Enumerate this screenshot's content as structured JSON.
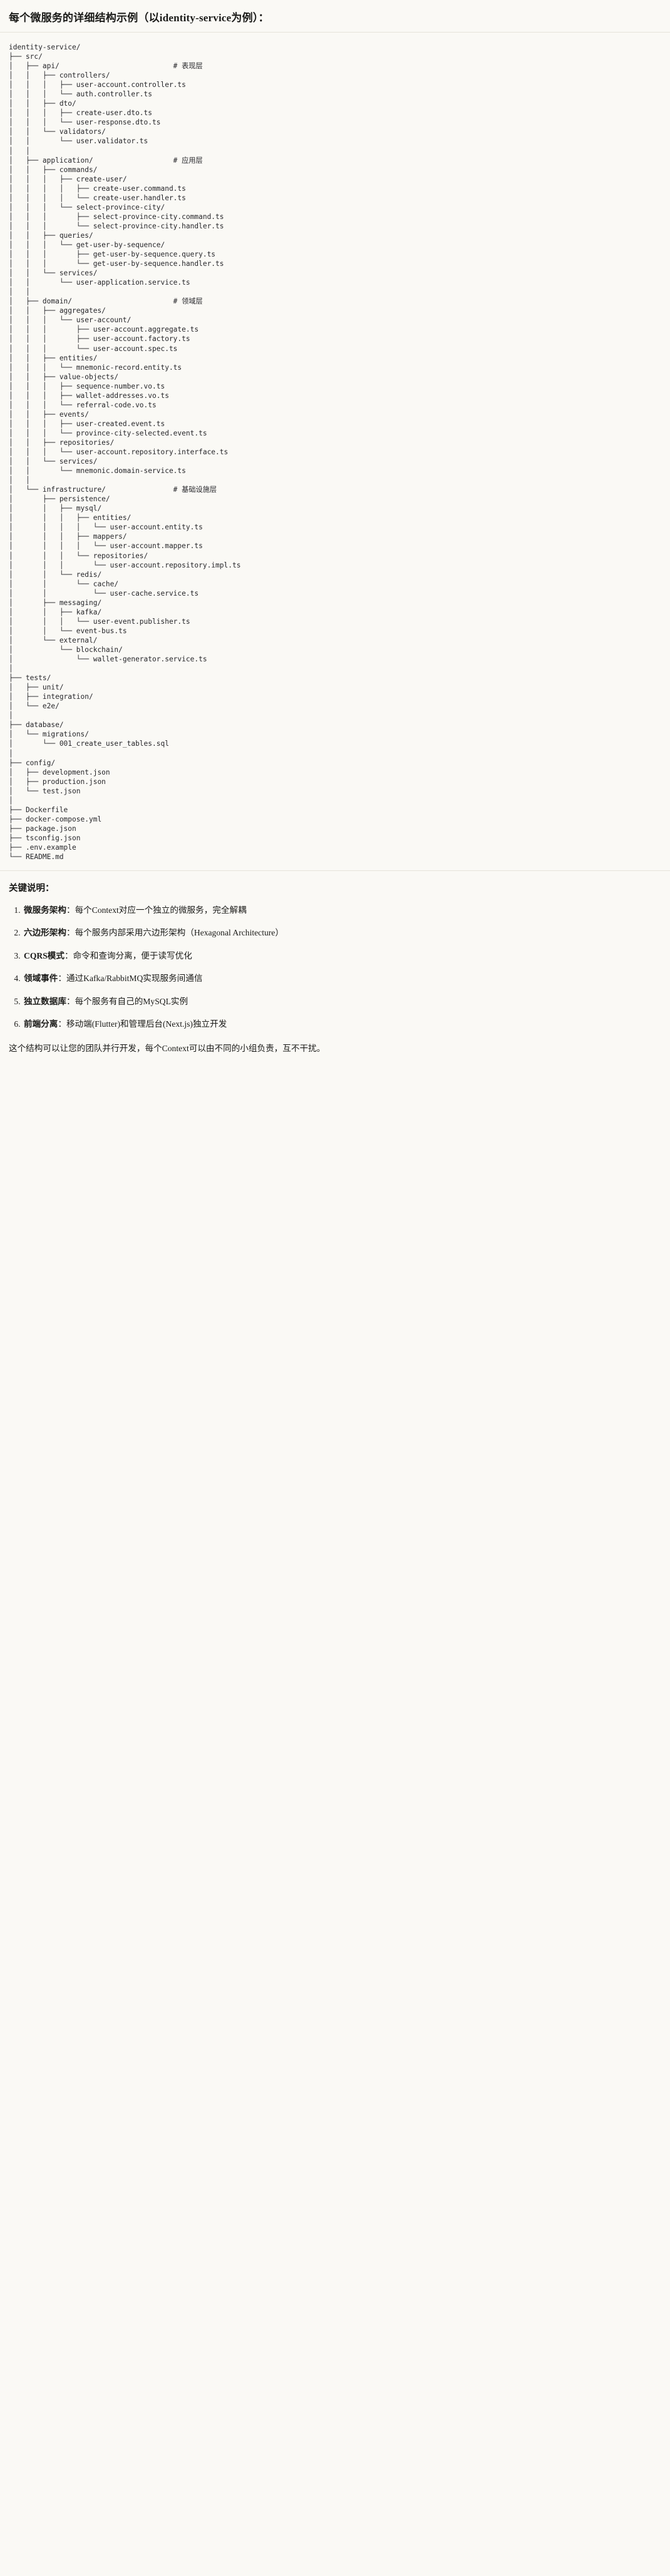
{
  "header": {
    "title": "每个微服务的详细结构示例（以identity-service为例）："
  },
  "tree": {
    "text": "identity-service/\n├── src/\n│   ├── api/                           # 表现层\n│   │   ├── controllers/\n│   │   │   ├── user-account.controller.ts\n│   │   │   └── auth.controller.ts\n│   │   ├── dto/\n│   │   │   ├── create-user.dto.ts\n│   │   │   └── user-response.dto.ts\n│   │   └── validators/\n│   │       └── user.validator.ts\n│   │\n│   ├── application/                   # 应用层\n│   │   ├── commands/\n│   │   │   ├── create-user/\n│   │   │   │   ├── create-user.command.ts\n│   │   │   │   └── create-user.handler.ts\n│   │   │   └── select-province-city/\n│   │   │       ├── select-province-city.command.ts\n│   │   │       └── select-province-city.handler.ts\n│   │   ├── queries/\n│   │   │   └── get-user-by-sequence/\n│   │   │       ├── get-user-by-sequence.query.ts\n│   │   │       └── get-user-by-sequence.handler.ts\n│   │   └── services/\n│   │       └── user-application.service.ts\n│   │\n│   ├── domain/                        # 领域层\n│   │   ├── aggregates/\n│   │   │   └── user-account/\n│   │   │       ├── user-account.aggregate.ts\n│   │   │       ├── user-account.factory.ts\n│   │   │       └── user-account.spec.ts\n│   │   ├── entities/\n│   │   │   └── mnemonic-record.entity.ts\n│   │   ├── value-objects/\n│   │   │   ├── sequence-number.vo.ts\n│   │   │   ├── wallet-addresses.vo.ts\n│   │   │   └── referral-code.vo.ts\n│   │   ├── events/\n│   │   │   ├── user-created.event.ts\n│   │   │   └── province-city-selected.event.ts\n│   │   ├── repositories/\n│   │   │   └── user-account.repository.interface.ts\n│   │   └── services/\n│   │       └── mnemonic.domain-service.ts\n│   │\n│   └── infrastructure/                # 基础设施层\n│       ├── persistence/\n│       │   ├── mysql/\n│       │   │   ├── entities/\n│       │   │   │   └── user-account.entity.ts\n│       │   │   ├── mappers/\n│       │   │   │   └── user-account.mapper.ts\n│       │   │   └── repositories/\n│       │   │       └── user-account.repository.impl.ts\n│       │   └── redis/\n│       │       └── cache/\n│       │           └── user-cache.service.ts\n│       ├── messaging/\n│       │   ├── kafka/\n│       │   │   └── user-event.publisher.ts\n│       │   └── event-bus.ts\n│       └── external/\n│           └── blockchain/\n│               └── wallet-generator.service.ts\n│\n├── tests/\n│   ├── unit/\n│   ├── integration/\n│   └── e2e/\n│\n├── database/\n│   └── migrations/\n│       └── 001_create_user_tables.sql\n│\n├── config/\n│   ├── development.json\n│   ├── production.json\n│   └── test.json\n│\n├── Dockerfile\n├── docker-compose.yml\n├── package.json\n├── tsconfig.json\n├── .env.example\n└── README.md"
  },
  "notes": {
    "heading": "关键说明：",
    "items": [
      {
        "key": "微服务架构",
        "sep": "：",
        "desc": "每个Context对应一个独立的微服务，完全解耦"
      },
      {
        "key": "六边形架构",
        "sep": "：",
        "desc": "每个服务内部采用六边形架构（Hexagonal Architecture）"
      },
      {
        "key": "CQRS模式",
        "sep": "：",
        "desc": "命令和查询分离，便于读写优化"
      },
      {
        "key": "领域事件",
        "sep": "：",
        "desc": "通过Kafka/RabbitMQ实现服务间通信"
      },
      {
        "key": "独立数据库",
        "sep": "：",
        "desc": "每个服务有自己的MySQL实例"
      },
      {
        "key": "前端分离",
        "sep": "：",
        "desc": "移动端(Flutter)和管理后台(Next.js)独立开发"
      }
    ],
    "closing": "这个结构可以让您的团队并行开发，每个Context可以由不同的小组负责，互不干扰。"
  }
}
